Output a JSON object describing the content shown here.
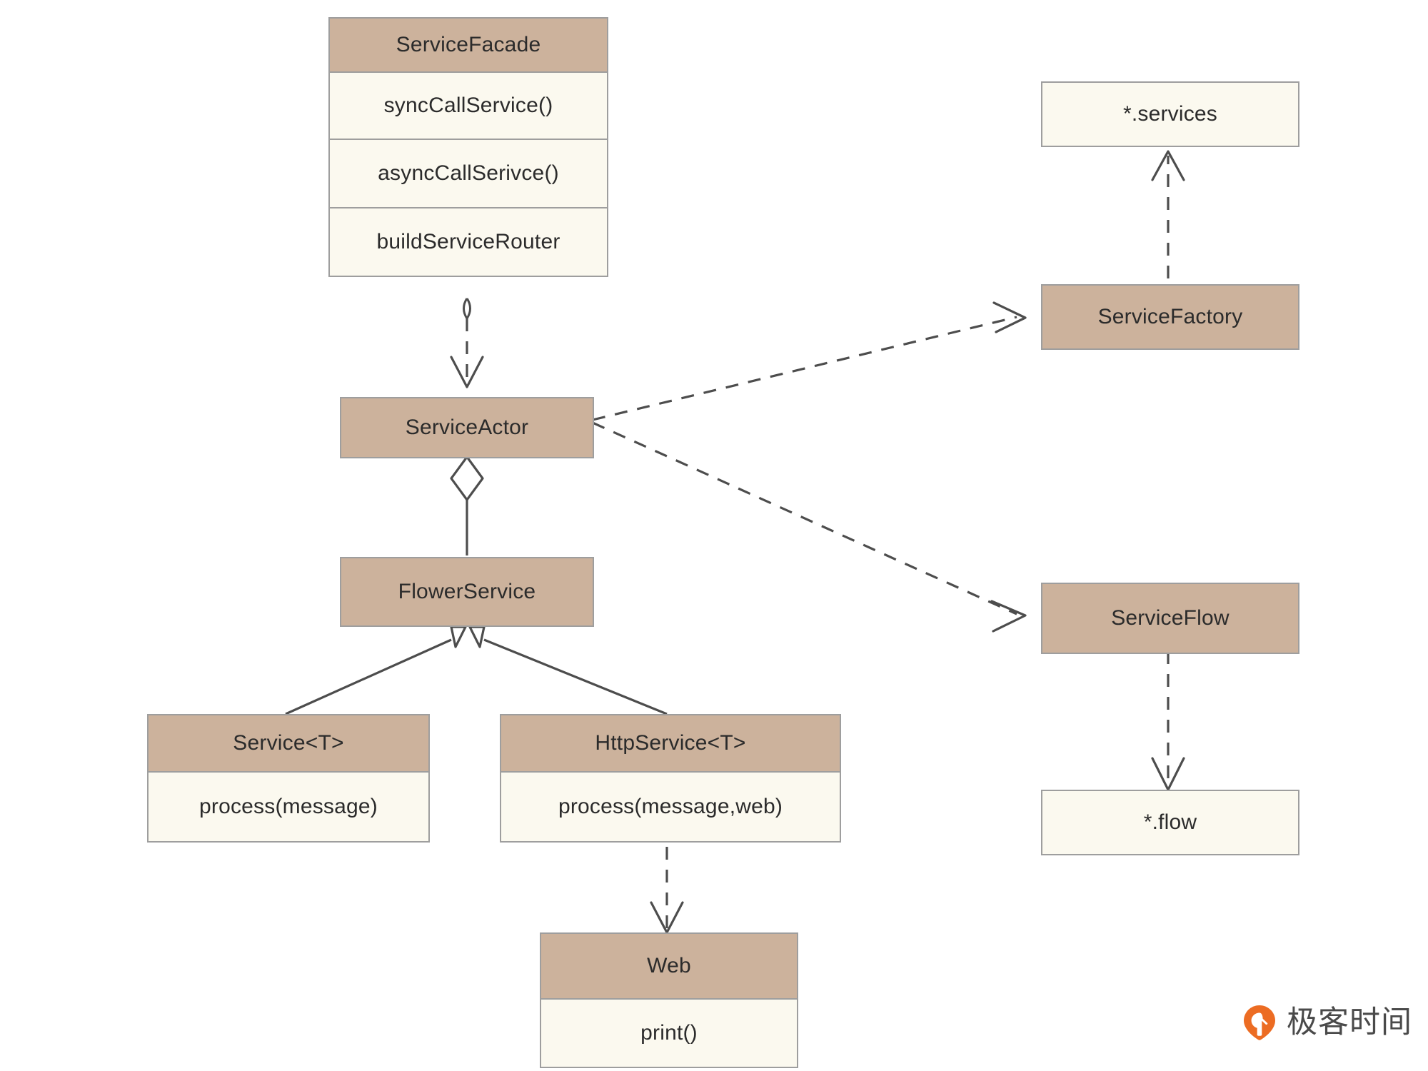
{
  "diagram": {
    "type": "uml-class-diagram",
    "background": "#ffffff",
    "colors": {
      "header_fill": "#ccb29c",
      "body_fill": "#fbf9ef",
      "border": "#9e9e9e",
      "connector": "#4d4d4d",
      "text": "#2b2b2b",
      "logo_accent": "#ec6c23"
    },
    "classes": [
      {
        "id": "service-facade",
        "title": "ServiceFacade",
        "header_style": "filled",
        "members": [
          "syncCallService()",
          "asyncCallSerivce()",
          "buildServiceRouter"
        ]
      },
      {
        "id": "service-actor",
        "title": "ServiceActor",
        "header_style": "filled",
        "members": []
      },
      {
        "id": "flower-service",
        "title": "FlowerService",
        "header_style": "filled",
        "members": []
      },
      {
        "id": "service-generic",
        "title": "Service<T>",
        "header_style": "filled",
        "members": [
          "process(message)"
        ]
      },
      {
        "id": "http-service-generic",
        "title": "HttpService<T>",
        "header_style": "filled",
        "members": [
          "process(message,web)"
        ]
      },
      {
        "id": "web",
        "title": "Web",
        "header_style": "filled",
        "members": [
          "print()"
        ]
      },
      {
        "id": "services-package",
        "title": "*.services",
        "header_style": "plain",
        "members": []
      },
      {
        "id": "service-factory",
        "title": "ServiceFactory",
        "header_style": "filled",
        "members": []
      },
      {
        "id": "service-flow",
        "title": "ServiceFlow",
        "header_style": "filled",
        "members": []
      },
      {
        "id": "flow-package",
        "title": "*.flow",
        "header_style": "plain",
        "members": []
      }
    ],
    "relationships": [
      {
        "id": "rel-facade-actor",
        "from": "service-facade",
        "to": "service-actor",
        "kind": "dependency",
        "style": "dashed",
        "arrow": "open"
      },
      {
        "id": "rel-actor-factory",
        "from": "service-actor",
        "to": "service-factory",
        "kind": "dependency",
        "style": "dashed",
        "arrow": "open"
      },
      {
        "id": "rel-actor-flow",
        "from": "service-actor",
        "to": "service-flow",
        "kind": "dependency",
        "style": "dashed",
        "arrow": "open"
      },
      {
        "id": "rel-actor-flowerservice",
        "from": "service-actor",
        "to": "flower-service",
        "kind": "aggregation",
        "style": "solid",
        "arrow": "hollow-diamond"
      },
      {
        "id": "rel-service-flowerservice",
        "from": "service-generic",
        "to": "flower-service",
        "kind": "generalization",
        "style": "solid",
        "arrow": "hollow-triangle"
      },
      {
        "id": "rel-httpservice-flowerservice",
        "from": "http-service-generic",
        "to": "flower-service",
        "kind": "generalization",
        "style": "solid",
        "arrow": "hollow-triangle"
      },
      {
        "id": "rel-httpservice-web",
        "from": "http-service-generic",
        "to": "web",
        "kind": "dependency",
        "style": "dashed",
        "arrow": "open"
      },
      {
        "id": "rel-factory-services",
        "from": "service-factory",
        "to": "services-package",
        "kind": "dependency",
        "style": "dashed",
        "arrow": "open"
      },
      {
        "id": "rel-flow-flowpkg",
        "from": "service-flow",
        "to": "flow-package",
        "kind": "dependency",
        "style": "dashed",
        "arrow": "open"
      }
    ]
  },
  "watermark": {
    "brand": "极客时间",
    "icon": "location-pin-icon"
  }
}
